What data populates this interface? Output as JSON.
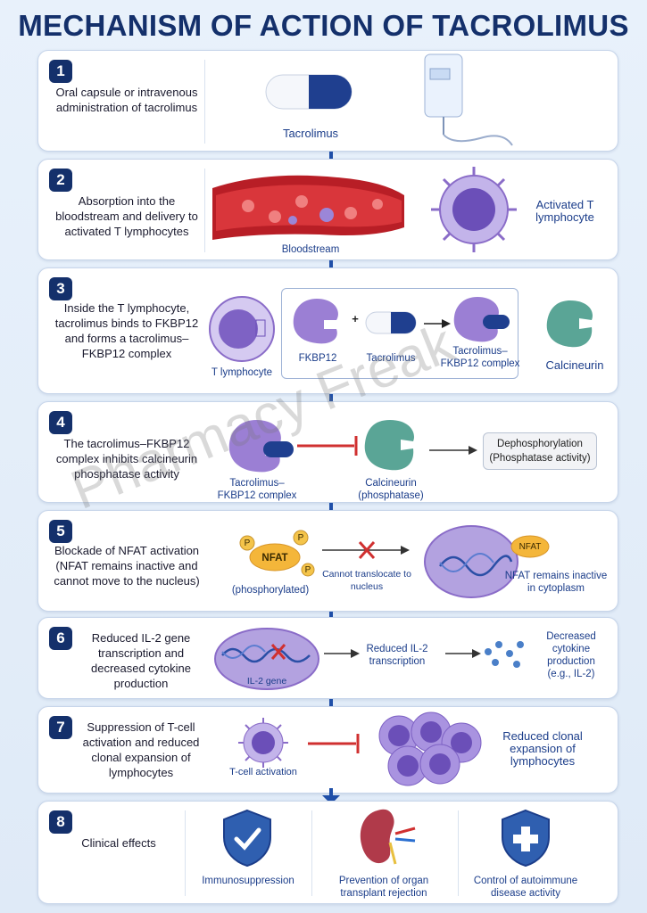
{
  "title": "MECHANISM OF ACTION OF TACROLIMUS",
  "watermark": "Pharmacy Freak",
  "steps": [
    {
      "num": "1",
      "text": "Oral capsule or intravenous administration of tacrolimus",
      "labels": {
        "drug": "Tacrolimus"
      }
    },
    {
      "num": "2",
      "text": "Absorption into the bloodstream and delivery to activated T lymphocytes",
      "labels": {
        "blood": "Bloodstream",
        "cell": "Activated T lymphocyte"
      }
    },
    {
      "num": "3",
      "text": "Inside the T lymphocyte, tacrolimus binds to FKBP12 and forms a tacrolimus–FKBP12 complex",
      "labels": {
        "cell": "T lymphocyte",
        "fkbp": "FKBP12",
        "plus": "+",
        "drug": "Tacrolimus",
        "complex": "Tacrolimus–FKBP12 complex",
        "calcineurin": "Calcineurin"
      }
    },
    {
      "num": "4",
      "text": "The tacrolimus–FKBP12 complex inhibits calcineurin phosphatase activity",
      "labels": {
        "complex": "Tacrolimus–FKBP12 complex",
        "calcineurin": "Calcineurin (phosphatase)",
        "box": "Dephosphorylation (Phosphatase activity)"
      }
    },
    {
      "num": "5",
      "text": "Blockade of NFAT activation (NFAT remains inactive and cannot move to the nucleus)",
      "labels": {
        "nfat": "NFAT",
        "p": "P",
        "phos": "(phosphorylated)",
        "cannot": "Cannot translocate to nucleus",
        "nfat2": "NFAT",
        "remains": "NFAT remains inactive in cytoplasm"
      }
    },
    {
      "num": "6",
      "text": "Reduced IL-2 gene transcription and decreased cytokine production",
      "labels": {
        "gene": "IL-2 gene",
        "reduced": "Reduced IL-2 transcription",
        "decreased": "Decreased cytokine production (e.g., IL-2)"
      }
    },
    {
      "num": "7",
      "text": "Suppression of T-cell activation and reduced clonal expansion of lymphocytes",
      "labels": {
        "tcell": "T-cell activation",
        "clonal": "Reduced clonal expansion of lymphocytes"
      }
    },
    {
      "num": "8",
      "text": "Clinical effects",
      "labels": {
        "immuno": "Immunosuppression",
        "transplant": "Prevention of organ transplant rejection",
        "autoimmune": "Control of autoimmune disease activity"
      }
    }
  ],
  "colors": {
    "navy": "#14306b",
    "arrow": "#1f4fa8",
    "inhibit": "#d03030",
    "purple": "#8a6cc8",
    "teal": "#4f9a8c"
  }
}
